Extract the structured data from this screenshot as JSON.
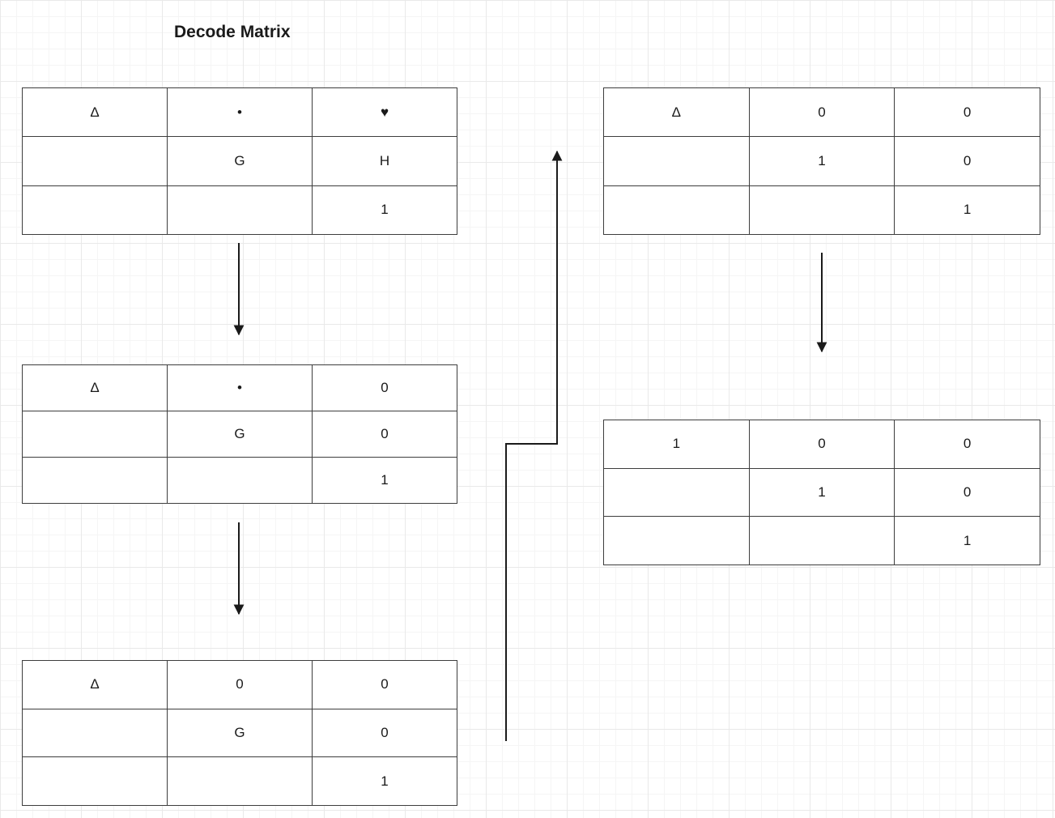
{
  "title": "Decode Matrix",
  "colors": {
    "canvas_bg": "#ffffff",
    "grid_minor": "#f5f5f5",
    "grid_major": "#e9e9e9",
    "table_border": "#3d3d3d",
    "text": "#1a1a1a",
    "arrow": "#1a1a1a"
  },
  "tables": [
    {
      "name": "decode-matrix-step-1",
      "rows": [
        [
          "Δ",
          "•",
          "♥"
        ],
        [
          "",
          "G",
          "H"
        ],
        [
          "",
          "",
          "1"
        ]
      ]
    },
    {
      "name": "decode-matrix-step-2",
      "rows": [
        [
          "Δ",
          "•",
          "0"
        ],
        [
          "",
          "G",
          "0"
        ],
        [
          "",
          "",
          "1"
        ]
      ]
    },
    {
      "name": "decode-matrix-step-3",
      "rows": [
        [
          "Δ",
          "0",
          "0"
        ],
        [
          "",
          "G",
          "0"
        ],
        [
          "",
          "",
          "1"
        ]
      ]
    },
    {
      "name": "decode-matrix-step-4",
      "rows": [
        [
          "Δ",
          "0",
          "0"
        ],
        [
          "",
          "1",
          "0"
        ],
        [
          "",
          "",
          "1"
        ]
      ]
    },
    {
      "name": "decode-matrix-step-5",
      "rows": [
        [
          "1",
          "0",
          "0"
        ],
        [
          "",
          "1",
          "0"
        ],
        [
          "",
          "",
          "1"
        ]
      ]
    }
  ]
}
